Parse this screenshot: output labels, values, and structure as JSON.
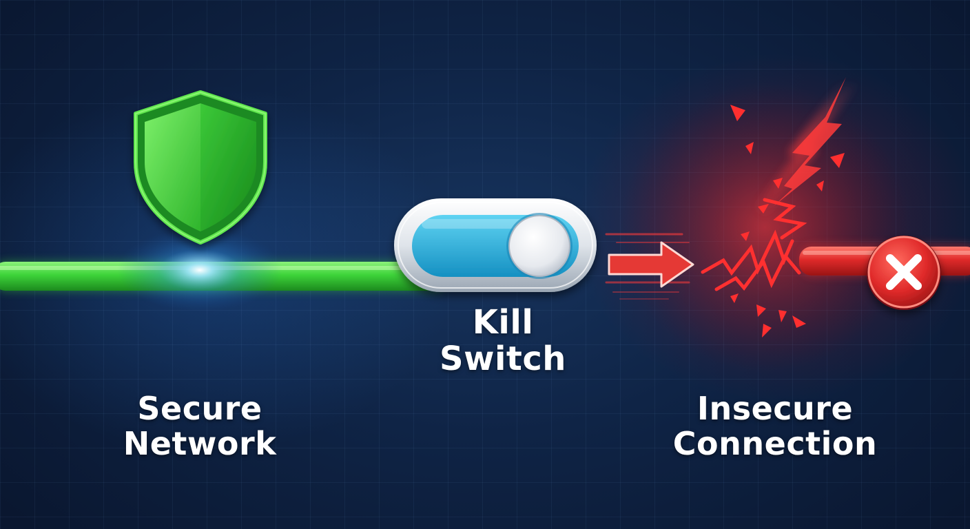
{
  "kill_switch": {
    "label_line1": "Kill",
    "label_line2": "Switch",
    "state": "on",
    "track_color": "#1fa8d6"
  },
  "secure_network": {
    "label_line1": "Secure",
    "label_line2": "Network",
    "color": "#3ed43a",
    "icon": "shield-icon"
  },
  "insecure_connection": {
    "label_line1": "Insecure",
    "label_line2": "Connection",
    "color": "#e02a2a",
    "icon": "close-icon"
  },
  "colors": {
    "background": "#0f2446",
    "glow_blue": "#4fc3ff",
    "danger_red": "#e53935"
  }
}
